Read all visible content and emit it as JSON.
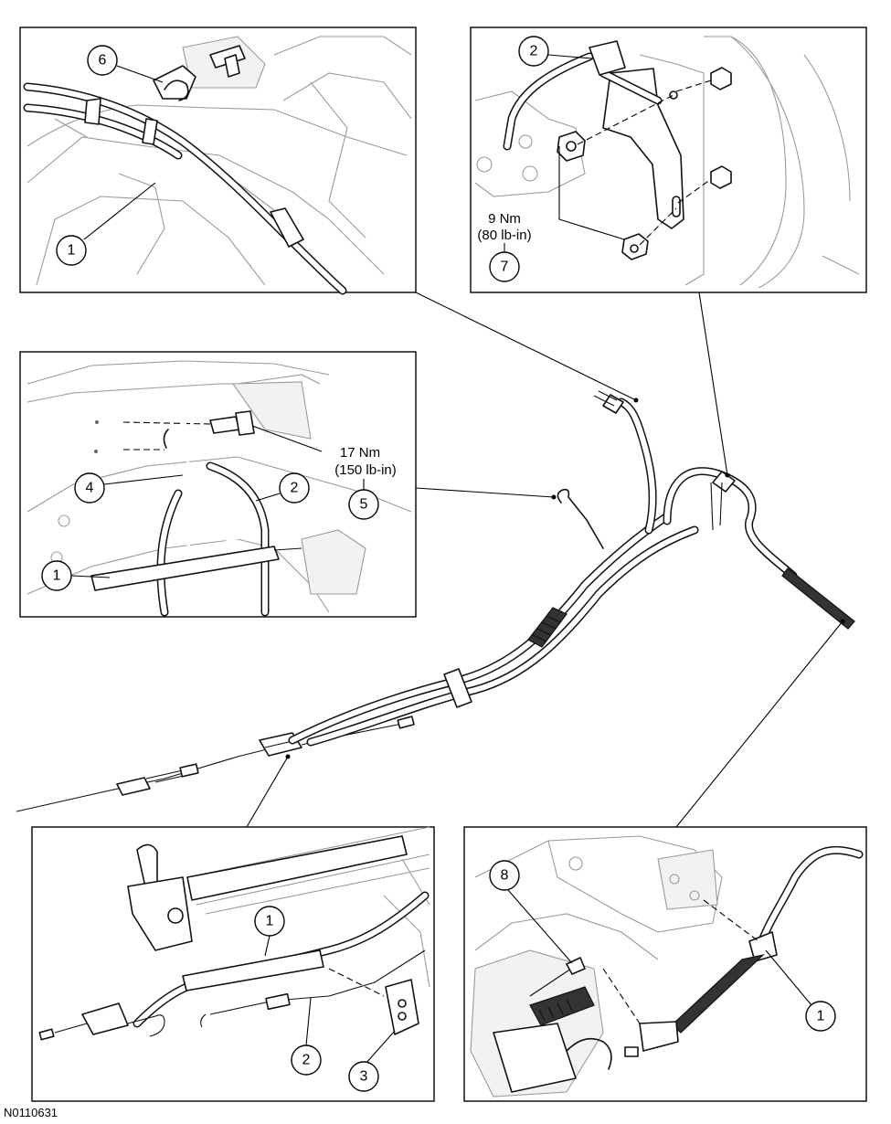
{
  "figure_id": "N0110631",
  "callouts": {
    "p1_six": "6",
    "p1_one": "1",
    "p2_two": "2",
    "p2_seven": "7",
    "p3_four": "4",
    "p3_two": "2",
    "p3_five": "5",
    "p3_one": "1",
    "p4_one": "1",
    "p4_two": "2",
    "p4_three": "3",
    "p5_eight": "8",
    "p5_one": "1"
  },
  "torque_labels": {
    "nut": {
      "value": "9 Nm",
      "alt": "(80 lb-in)"
    },
    "bolt": {
      "value": "17 Nm",
      "alt": "(150 lb-in)"
    }
  }
}
